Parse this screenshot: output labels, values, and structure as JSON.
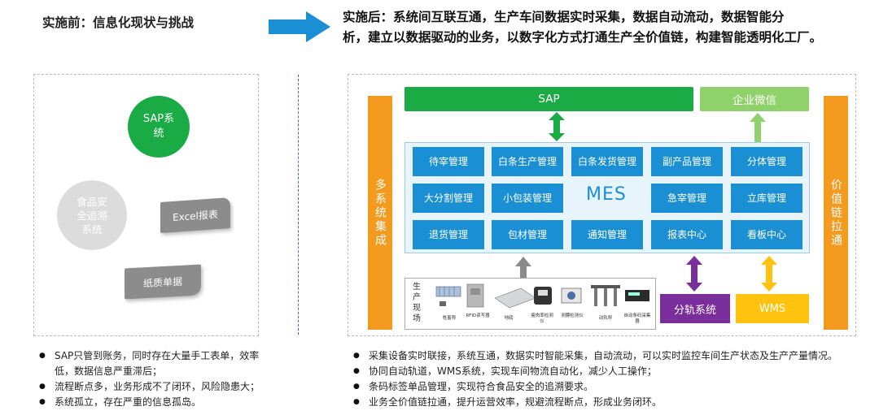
{
  "header": {
    "before_title": "实施前：信息化现状与挑战",
    "after_title_line1": "实施后：系统间互联互通，生产车间数据实时采集，数据自动流动，数据智能分",
    "after_title_line2": "析，建立以数据驱动的业务，以数字化方式打通生产全价值链，构建智能透明化工厂。",
    "arrow_color": "#1a8fd4"
  },
  "before": {
    "sap_circle_line1": "SAP系",
    "sap_circle_line2": "统",
    "food_circle_line1": "食品安",
    "food_circle_line2": "全追溯",
    "food_circle_line3": "系统",
    "excel_card": "Excel报表",
    "paper_card": "纸质单据",
    "bullets": [
      "SAP只管到账务，同时存在大量手工表单，效率",
      "低，数据信息严重滞后；",
      "流程断点多，业务形成不了闭环，风险隐患大；",
      "系统孤立，存在严重的信息孤岛。"
    ]
  },
  "after": {
    "left_bar": "多系统集成",
    "right_bar": "价值链拉通",
    "sap_bar": "SAP",
    "wechat_bar": "企业微信",
    "mes_label": "MES",
    "modules": [
      [
        "待宰管理",
        "白条生产管理",
        "白条发货管理",
        "副产品管理",
        "分体管理"
      ],
      [
        "大分割管理",
        "小包装管理",
        "",
        "急宰管理",
        "立库管理"
      ],
      [
        "退货管理",
        "包材管理",
        "通知管理",
        "报表中心",
        "看板中心"
      ]
    ],
    "device_label": "生产现场",
    "devices": [
      "牲畜称",
      "RFID读写器",
      "地磅",
      "瘦肉率检测仪",
      "测膘检测仪",
      "动轨秤",
      "自动条码采集器"
    ],
    "split_box": "分轨系统",
    "wms_box": "WMS",
    "bullets": [
      "采集设备实时联接，系统互通，数据实时智能采集，自动流动，可以实时监控车间生产状态及生产产量情况。",
      "协同自动轨道，WMS系统，实现车间物流自动化，减少人工操作；",
      "条码标签单品管理，实现符合食品安全的追溯要求。",
      "业务全价值链拉通，提升运营效率，规避流程断点，形成业务闭环。"
    ]
  },
  "colors": {
    "green": "#1aab45",
    "light_green": "#8fd16a",
    "blue": "#1a8fd4",
    "orange": "#f39a1f",
    "purple": "#7a2e9c",
    "yellow": "#ffc20e",
    "gray_arrow": "#8a8a8a"
  }
}
